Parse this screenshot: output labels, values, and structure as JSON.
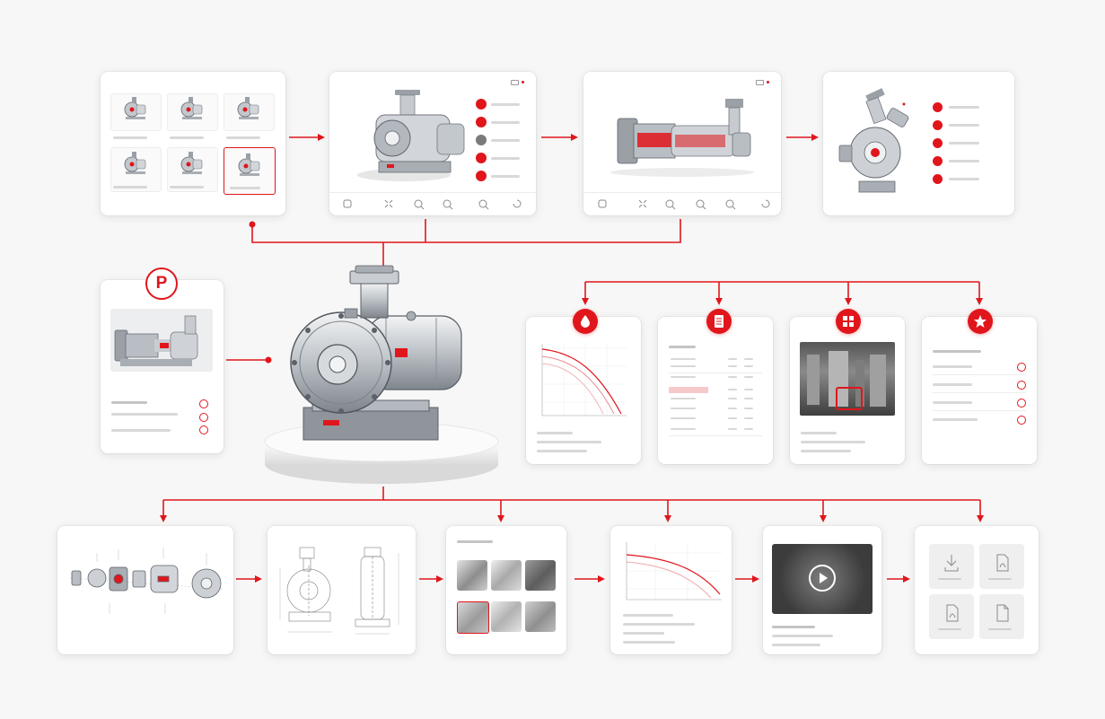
{
  "brand": {
    "accent": "#e0161c",
    "steel_light": "#eef0f2",
    "steel_mid": "#b9bec4",
    "steel_dark": "#6f757c",
    "line": "#e0161c"
  },
  "hero": {
    "icon": "centrifugal-pump-icon"
  },
  "product_card": {
    "badge_text": "P",
    "icon": "pump-side-view-icon"
  },
  "viewer_top": [
    {
      "id": "gallery",
      "icon": "thumbnail-grid-icon"
    },
    {
      "id": "3d-view",
      "icon": "pump-3d-view-icon"
    },
    {
      "id": "section-view",
      "icon": "pump-cutaway-icon"
    },
    {
      "id": "exploded-view",
      "icon": "pump-exploded-icon"
    }
  ],
  "info_cards": [
    {
      "id": "performance",
      "icon": "droplet-icon"
    },
    {
      "id": "specifications",
      "icon": "document-list-icon"
    },
    {
      "id": "applications",
      "icon": "grid-icon"
    },
    {
      "id": "features",
      "icon": "star-icon"
    }
  ],
  "bottom_cards": [
    {
      "id": "exploded",
      "icon": "exploded-assembly-icon"
    },
    {
      "id": "drawing",
      "icon": "technical-drawing-icon"
    },
    {
      "id": "materials",
      "icon": "material-swatches-icon"
    },
    {
      "id": "curve",
      "icon": "performance-curve-icon"
    },
    {
      "id": "video",
      "icon": "play-icon"
    },
    {
      "id": "downloads",
      "icon": "download-files-icon"
    }
  ]
}
